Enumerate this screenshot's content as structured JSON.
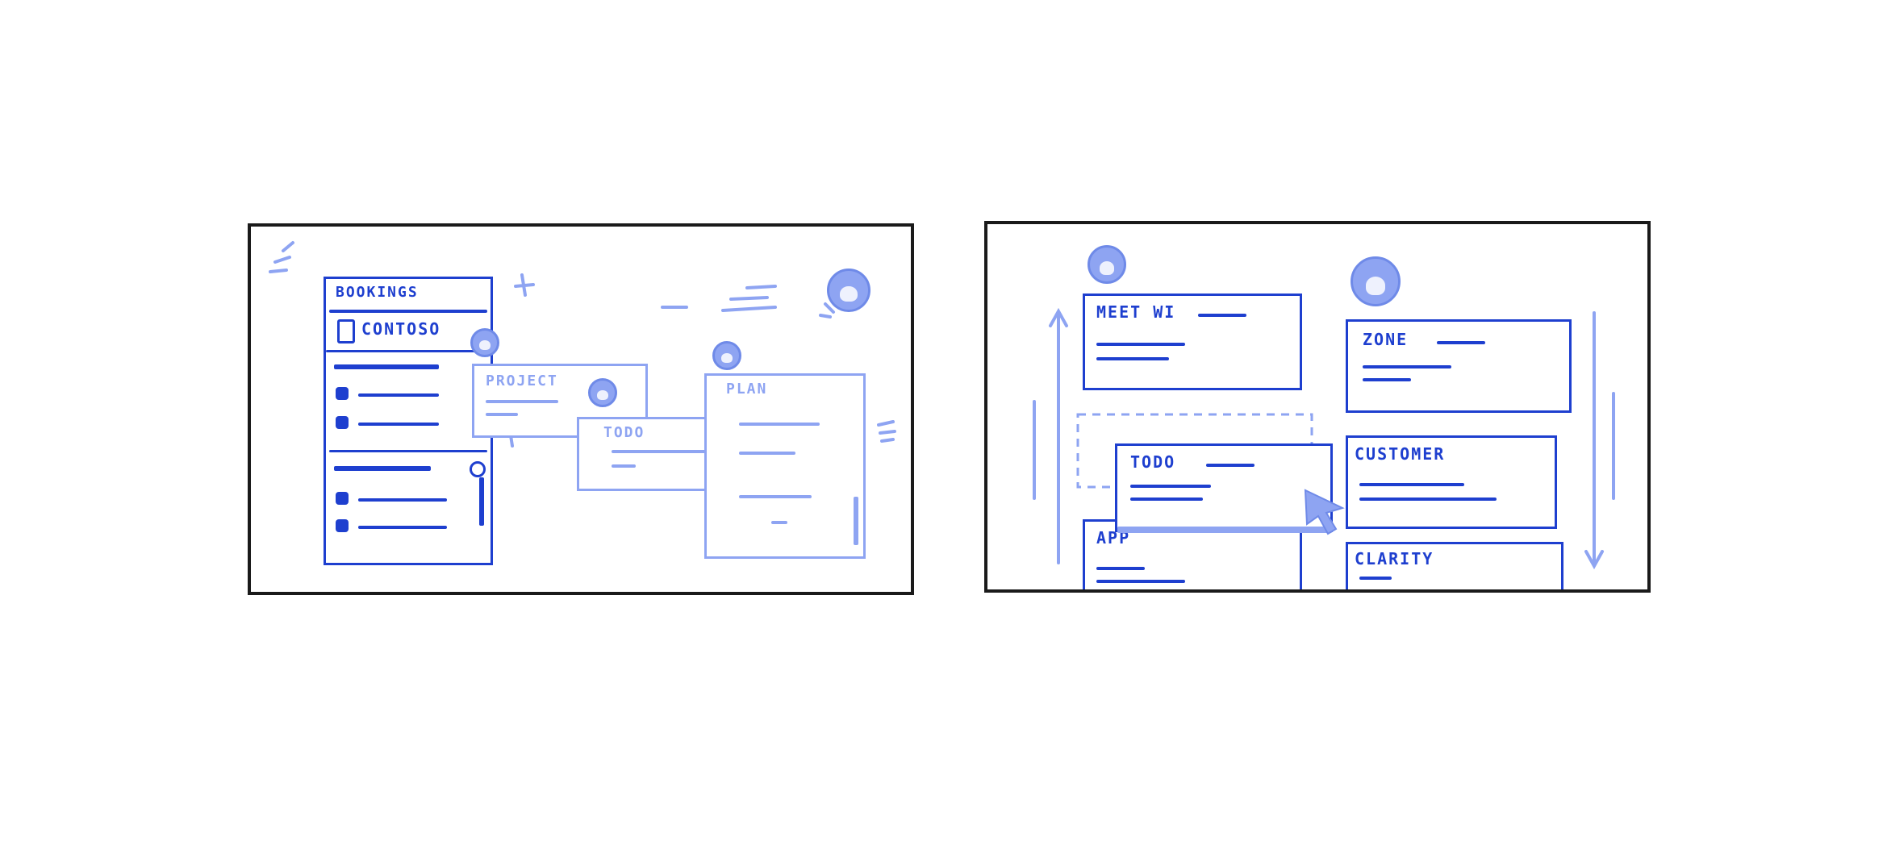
{
  "colors": {
    "ink": "#1e3fcf",
    "pale": "#8ea4f2",
    "frame": "#1a1a1a"
  },
  "left_sketch": {
    "sidebar": {
      "app_title": "BOOKINGS",
      "org_name": "CONTOSO"
    },
    "cards": {
      "project": "PROJECT",
      "todo": "TODO",
      "plan": "PLAN"
    }
  },
  "right_sketch": {
    "cards": {
      "meet": "MEET WI",
      "zone": "ZONE",
      "todo": "TODO",
      "customer": "CUSTOMER",
      "app": "APP",
      "clarity": "CLARITY"
    }
  }
}
